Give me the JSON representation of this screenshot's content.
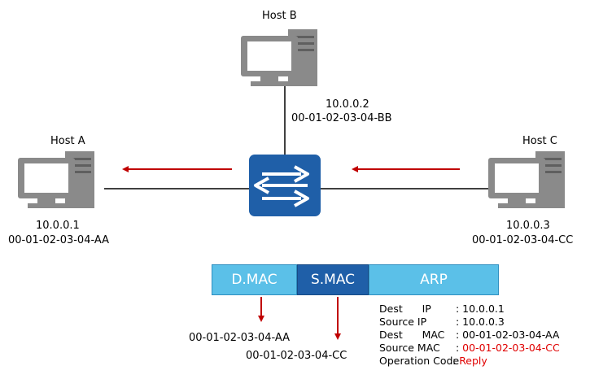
{
  "hosts": {
    "a": {
      "name": "Host A",
      "ip": "10.0.0.1",
      "mac": "00-01-02-03-04-AA"
    },
    "b": {
      "name": "Host B",
      "ip": "10.0.0.2",
      "mac": "00-01-02-03-04-BB"
    },
    "c": {
      "name": "Host C",
      "ip": "10.0.0.3",
      "mac": "00-01-02-03-04-CC"
    }
  },
  "frame": {
    "dmac": "D.MAC",
    "smac": "S.MAC",
    "arp": "ARP",
    "dmac_value": "00-01-02-03-04-AA",
    "smac_value": "00-01-02-03-04-CC"
  },
  "arp_fields": [
    {
      "key": "Dest      IP",
      "sep": " : ",
      "value": "10.0.0.1",
      "highlight": false
    },
    {
      "key": "Source IP",
      "sep": " : ",
      "value": "10.0.0.3",
      "highlight": false
    },
    {
      "key": "Dest      MAC",
      "sep": " : ",
      "value": "00-01-02-03-04-AA",
      "highlight": false
    },
    {
      "key": "Source MAC",
      "sep": " : ",
      "value": "00-01-02-03-04-CC",
      "highlight": true
    },
    {
      "key": "Operation Code",
      "sep": ": ",
      "value": "Reply",
      "highlight": true
    }
  ],
  "colors": {
    "switch_blue": "#1f5fa8",
    "arrow_red": "#c00000",
    "frame_light": "#5bc0e8",
    "frame_dark": "#1f5fa8",
    "highlight_red": "#e00000"
  }
}
